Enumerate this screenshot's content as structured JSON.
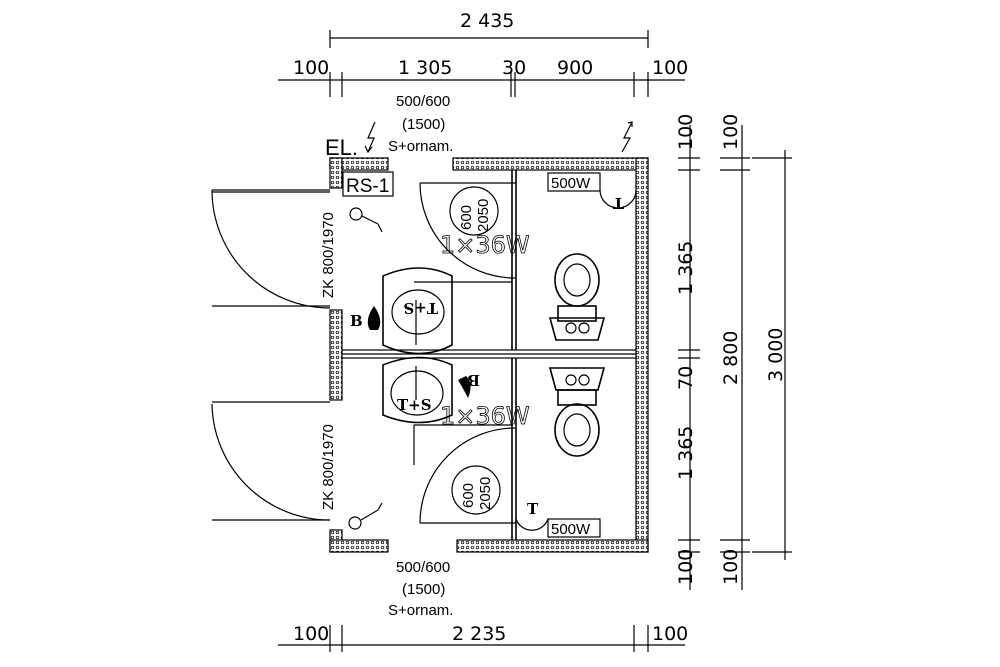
{
  "dimensions": {
    "top_total": "2 435",
    "top_parts": [
      "100",
      "1 305",
      "30",
      "900",
      "100"
    ],
    "bottom_total": "2 235",
    "bottom_parts": [
      "100",
      "100"
    ],
    "right_inner": [
      "100",
      "1 365",
      "70",
      "1 365",
      "100"
    ],
    "right_mid_top": "100",
    "right_mid_bottom": "100",
    "right_mid_total": "2 800",
    "right_outer_total": "3 000"
  },
  "labels": {
    "el": "EL.",
    "rs": "RS-1",
    "window_top": [
      "500/600",
      "(1500)",
      "S+ornam."
    ],
    "window_bottom": [
      "500/600",
      "(1500)",
      "S+ornam."
    ],
    "door_top": "ZK 800/1970",
    "door_bottom": "ZK 800/1970",
    "light_top": "1×36W",
    "light_bottom": "1×36W",
    "heater_top": "500W",
    "heater_bottom": "500W",
    "inner_door_top": [
      "600",
      "2050"
    ],
    "inner_door_bottom": [
      "600",
      "2050"
    ],
    "sink_top": "T+S",
    "sink_bottom": "T+S",
    "boiler_top": "B",
    "boiler_bottom": "B",
    "t_top": "T",
    "t_bottom": "T"
  }
}
